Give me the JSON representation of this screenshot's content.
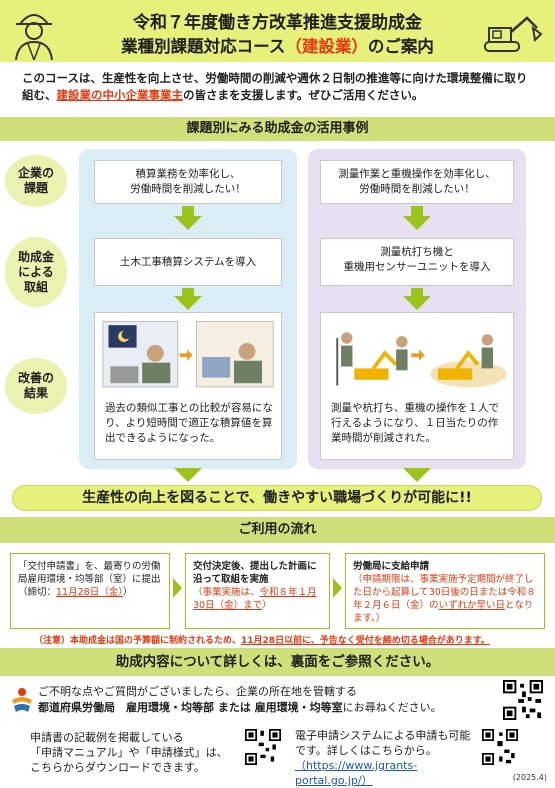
{
  "header": {
    "title_line1": "令和７年度働き方改革推進支援助成金",
    "title_line2_a": "業種別課題対応コース",
    "title_line2_hl": "（建設業）",
    "title_line2_b": "のご案内"
  },
  "intro": {
    "text_a": "このコースは、生産性を向上させ、労働時間の削減や週休２日制の推進等に向けた環境整備に取り組む、",
    "text_red": "建設業の中小企業事業主",
    "text_b": "の皆さまを支援します。ぜひご活用ください。"
  },
  "section1": {
    "title": "課題別にみる助成金の活用事例"
  },
  "labels": {
    "issue": "企業の\n課題",
    "measure": "助成金\nによる\n取組",
    "result": "改善の\n結果"
  },
  "case_left": {
    "issue": "積算業務を効率化し、\n労働時間を削減したい！",
    "measure": "土木工事積算システムを導入",
    "result": "過去の類似工事との比較が容易になり、より短時間で適正な積算値を算出できるようになった。"
  },
  "case_right": {
    "issue": "測量作業と重機操作を効率化し、\n労働時間を削減したい！",
    "measure": "測量杭打ち機と\n重機用センサーユニットを導入",
    "result": "測量や杭打ち、重機の操作を１人で行えるようになり、１日当たりの作業時間が削減された。"
  },
  "banner": {
    "text": "生産性の向上を図ることで、働きやすい職場づくりが可能に!!"
  },
  "section2": {
    "title": "ご利用の流れ"
  },
  "flow": {
    "step1_a": "「交付申請書」を、最寄りの労働局雇用環境・均等部（室）に提出",
    "step1_deadline_a": "（締切：",
    "step1_deadline_date": "11月28日（金）",
    "step1_deadline_b": "）",
    "step2_head": "交付決定後、提出した計画に沿って取組を実施",
    "step2_sub_a": "（事業実施は、",
    "step2_sub_date": "令和８年１月30日（金）まで",
    "step2_sub_b": "）",
    "step3_head": "労働局に支給申請",
    "step3_sub_a": "（申請期限は、事業実施予定期間が終了した日から起算して30日後の日または令和８年２月６日（金）の",
    "step3_sub_u": "いずれか早い日",
    "step3_sub_b": "となります。）"
  },
  "note": {
    "a": "（注意）本助成金は国の予算額に制約されるため、",
    "u": "11月28日以前に、予告なく受付を締め切る場合があります。"
  },
  "section3": {
    "title": "助成内容について詳しくは、裏面をご参照ください。"
  },
  "contact": {
    "line1": "ご不明な点やご質問がございましたら、企業の所在地を管轄する",
    "line2_bold": "都道府県労働局　雇用環境・均等部 または 雇用環境・均等室",
    "line2_b": "にお尋ねください。"
  },
  "download": {
    "text": "申請書の記載例を掲載している\n「申請マニュアル」や「申請様式」は、\nこちらからダウンロードできます。"
  },
  "electronic": {
    "text": "電子申請システムによる申請も可能です。詳しくはこちらから。",
    "link": "（https://www.jgrants-portal.go.jp/）"
  },
  "date": "(2025.4)",
  "colors": {
    "accent": "#9bc31c",
    "header_bg": "#e6f07a",
    "red": "#e8390e"
  }
}
